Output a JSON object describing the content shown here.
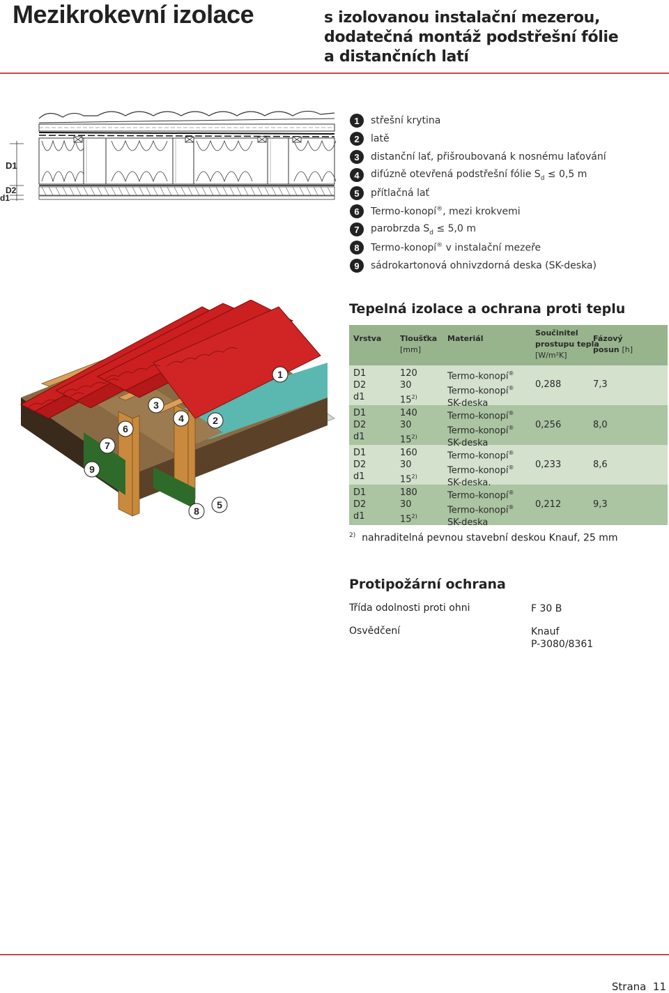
{
  "header": {
    "title": "Mezikrokevní izolace",
    "subtitle_lines": [
      "s izolovanou instalační mezerou,",
      "dodatečná montáž podstřešní fólie",
      "a distančních latí"
    ]
  },
  "section_labels": {
    "d1_upper": "D1",
    "d2": "D2",
    "d1_lower": "d1"
  },
  "legend": [
    {
      "num": "1",
      "text": "střešní krytina"
    },
    {
      "num": "2",
      "text": "latě"
    },
    {
      "num": "3",
      "text": "distanční lať, přišroubovaná k nosnému laťování"
    },
    {
      "num": "4",
      "text_before": "difúzně otevřená podstřešní fólie S",
      "sub": "d",
      "text_after": " ≤ 0,5 m"
    },
    {
      "num": "5",
      "text": "přítlačná lať"
    },
    {
      "num": "6",
      "text_before": "Termo-konopí",
      "sup": "®",
      "text_after": ", mezi krokvemi"
    },
    {
      "num": "7",
      "text_before": "parobrzda S",
      "sub": "d",
      "text_after": " ≤ 5,0 m"
    },
    {
      "num": "8",
      "text_before": "Termo-konopí",
      "sup": "®",
      "text_after": " v instalační mezeře"
    },
    {
      "num": "9",
      "text": "sádrokartonová ohnivzdorná deska (SK-deska)"
    }
  ],
  "iso_labels": [
    "1",
    "2",
    "3",
    "4",
    "5",
    "6",
    "7",
    "8",
    "9"
  ],
  "thermal": {
    "title": "Tepelná izolace a ochrana proti teplu",
    "headers": {
      "layer": "Vrstva",
      "thickness": "Tloušťka",
      "thickness_unit": "[mm]",
      "material": "Materiál",
      "u_line1": "Součinitel",
      "u_line2": "prostupu tepla",
      "u_unit": "[W/m²K]",
      "phase_line1": "Fázový",
      "phase_line2": "posun",
      "phase_unit": "[h]"
    },
    "rows": [
      {
        "layers": [
          "D1",
          "D2",
          "d1"
        ],
        "thickness": [
          "120",
          "30",
          "15"
        ],
        "materials": [
          "Termo-konopí",
          "Termo-konopí",
          "SK-deska"
        ],
        "u": "0,288",
        "phase": "7,3"
      },
      {
        "layers": [
          "D1",
          "D2",
          "d1"
        ],
        "thickness": [
          "140",
          "30",
          "15"
        ],
        "materials": [
          "Termo-konopí",
          "Termo-konopí",
          "SK-deska"
        ],
        "u": "0,256",
        "phase": "8,0"
      },
      {
        "layers": [
          "D1",
          "D2",
          "d1"
        ],
        "thickness": [
          "160",
          "30",
          "15"
        ],
        "materials": [
          "Termo-konopí",
          "Termo-konopí",
          "SK-deska."
        ],
        "u": "0,233",
        "phase": "8,6"
      },
      {
        "layers": [
          "D1",
          "D2",
          "d1"
        ],
        "thickness": [
          "180",
          "30",
          "15"
        ],
        "materials": [
          "Termo-konopí",
          "Termo-konopí",
          "SK-deska"
        ],
        "u": "0,212",
        "phase": "9,3"
      }
    ],
    "footnote_mark": "2)",
    "reg_mark": "®",
    "footnote": "nahraditelná pevnou stavební deskou Knauf, 25 mm"
  },
  "fire": {
    "title": "Protipožární ochrana",
    "class_label": "Třída odolnosti proti ohni",
    "class_value": "F 30 B",
    "cert_label": "Osvědčení",
    "cert_value_line1": "Knauf",
    "cert_value_line2": "P-3080/8361"
  },
  "footer": {
    "page_label": "Strana",
    "page_number": "11"
  },
  "colors": {
    "accent_rule": "#c9464b",
    "table_header": "#97b48d",
    "row_light": "#d3e1cd",
    "row_dark": "#abc4a2",
    "tile_red": "#cc1f1f",
    "wood": "#c98a3e",
    "foil": "#5bb8b0",
    "membrane": "#2e6b2b"
  }
}
